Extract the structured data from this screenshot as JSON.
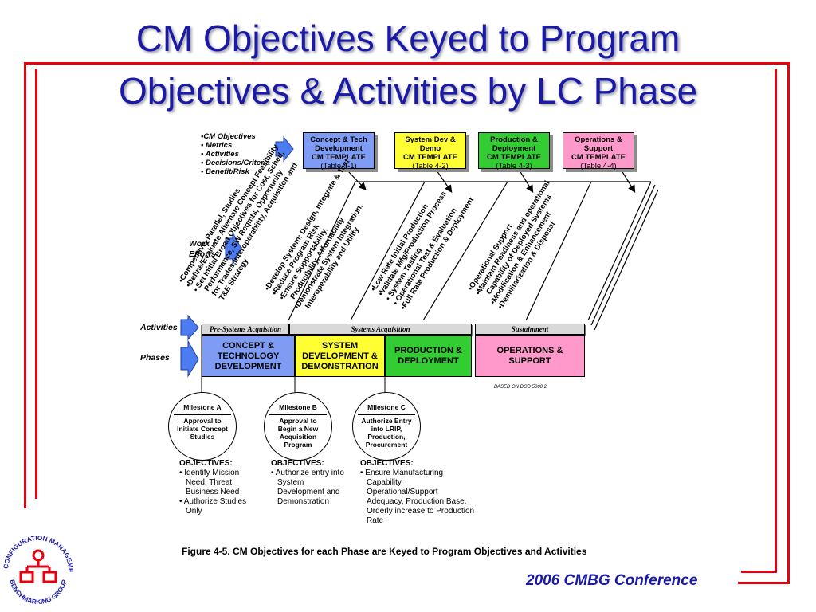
{
  "title": {
    "line1": "CM Objectives Keyed to Program",
    "line2": "Objectives & Activities by LC Phase"
  },
  "legend": {
    "items": [
      "•CM Objectives",
      "• Metrics",
      "• Activities",
      "• Decisions/Criteria",
      "• Benefit/Risk"
    ]
  },
  "templates": [
    {
      "line1": "Concept & Tech",
      "line2": "Development",
      "line3": "CM TEMPLATE",
      "ref": "(Table 4-1)",
      "color": "#7f9cf5"
    },
    {
      "line1": "System Dev &",
      "line2": "Demo",
      "line3": "CM TEMPLATE",
      "ref": "(Table 4-2)",
      "color": "#ffff33"
    },
    {
      "line1": "Production &",
      "line2": "Deployment",
      "line3": "CM TEMPLATE",
      "ref": "(Table 4-3)",
      "color": "#33cc33"
    },
    {
      "line1": "Operations &",
      "line2": "Support",
      "line3": "CM TEMPLATE",
      "ref": "(Table 4-4)",
      "color": "#ff99cc"
    }
  ],
  "row_labels": {
    "work1": "Work",
    "work2": "Efforts",
    "activities": "Activities",
    "phases": "Phases"
  },
  "work_efforts": [
    {
      "lines": [
        "•Competitive, Parallel, Studies",
        "•Define/Evaluate Alternate Concept Feasibility",
        "• Set Initial Broad Objectives for Cost, Sched,",
        "Performance, SW Reqmts, Opportunity",
        "for Trades,Interoperability, Acquisition and",
        "T&E Strategy"
      ]
    },
    {
      "lines": [
        "•Develop System: Design, Integrate & Test",
        "•Reduce Program Risk",
        "•Ensure Supportability,",
        "Producibility, Affordability",
        "•Demonstrate System Integration,",
        "Interoperability and Utility"
      ]
    },
    {
      "lines": [
        "•Low Rate Initial Production",
        "•Validate Mfg/Production Process",
        "• System Testing",
        "• Operational Test & Evaluation",
        "•Full Rate Production & Deployment"
      ]
    },
    {
      "lines": [
        "•Operational Support",
        "•Maintain Readiness and operational",
        "Capability of Deployed Systems",
        "•Modification & Enhancement",
        "•Demilitarization & Disposal"
      ]
    }
  ],
  "activities": [
    "Pre-Systems Acquisition",
    "Systems Acquisition",
    "Sustainment"
  ],
  "phases": [
    {
      "line1": "CONCEPT &",
      "line2": "TECHNOLOGY",
      "line3": "DEVELOPMENT",
      "color": "#7f9cf5"
    },
    {
      "line1": "SYSTEM",
      "line2": "DEVELOPMENT &",
      "line3": "DEMONSTRATION",
      "color": "#ffff33"
    },
    {
      "line1": "PRODUCTION &",
      "line2": "DEPLOYMENT",
      "line3": "",
      "color": "#33cc33"
    },
    {
      "line1": "OPERATIONS &",
      "line2": "SUPPORT",
      "line3": "",
      "color": "#ff99cc"
    }
  ],
  "based_on": "BASED ON DOD 5000.2",
  "milestones": [
    {
      "title": "Milestone A",
      "desc": [
        "Approval to",
        "Initiate Concept",
        "Studies"
      ]
    },
    {
      "title": "Milestone B",
      "desc": [
        "Approval to",
        "Begin a New",
        "Acquisition",
        "Program"
      ]
    },
    {
      "title": "Milestone C",
      "desc": [
        "Authorize Entry",
        "into LRIP,",
        "Production,",
        "Procurement"
      ]
    }
  ],
  "objectives": [
    {
      "heading": "OBJECTIVES:",
      "items": [
        "• Identify Mission Need, Threat, Business Need",
        "• Authorize Studies Only"
      ]
    },
    {
      "heading": "OBJECTIVES:",
      "items": [
        "• Authorize entry into System Development and Demonstration"
      ]
    },
    {
      "heading": "OBJECTIVES:",
      "items": [
        "• Ensure Manufacturing Capability, Operational/Support Adequacy, Production Base, Orderly increase to Production Rate"
      ]
    }
  ],
  "caption": "Figure 4-5.  CM Objectives for each Phase are Keyed to Program Objectives and Activities",
  "logo": {
    "top": "CONFIGURATION MANAGEMENT",
    "bottom": "BENCHMARKING GROUP"
  },
  "conference": "2006 CMBG Conference",
  "colors": {
    "title": "#1a1aa6",
    "frame": "#e8000f",
    "arrow": "#4d7cf0"
  }
}
